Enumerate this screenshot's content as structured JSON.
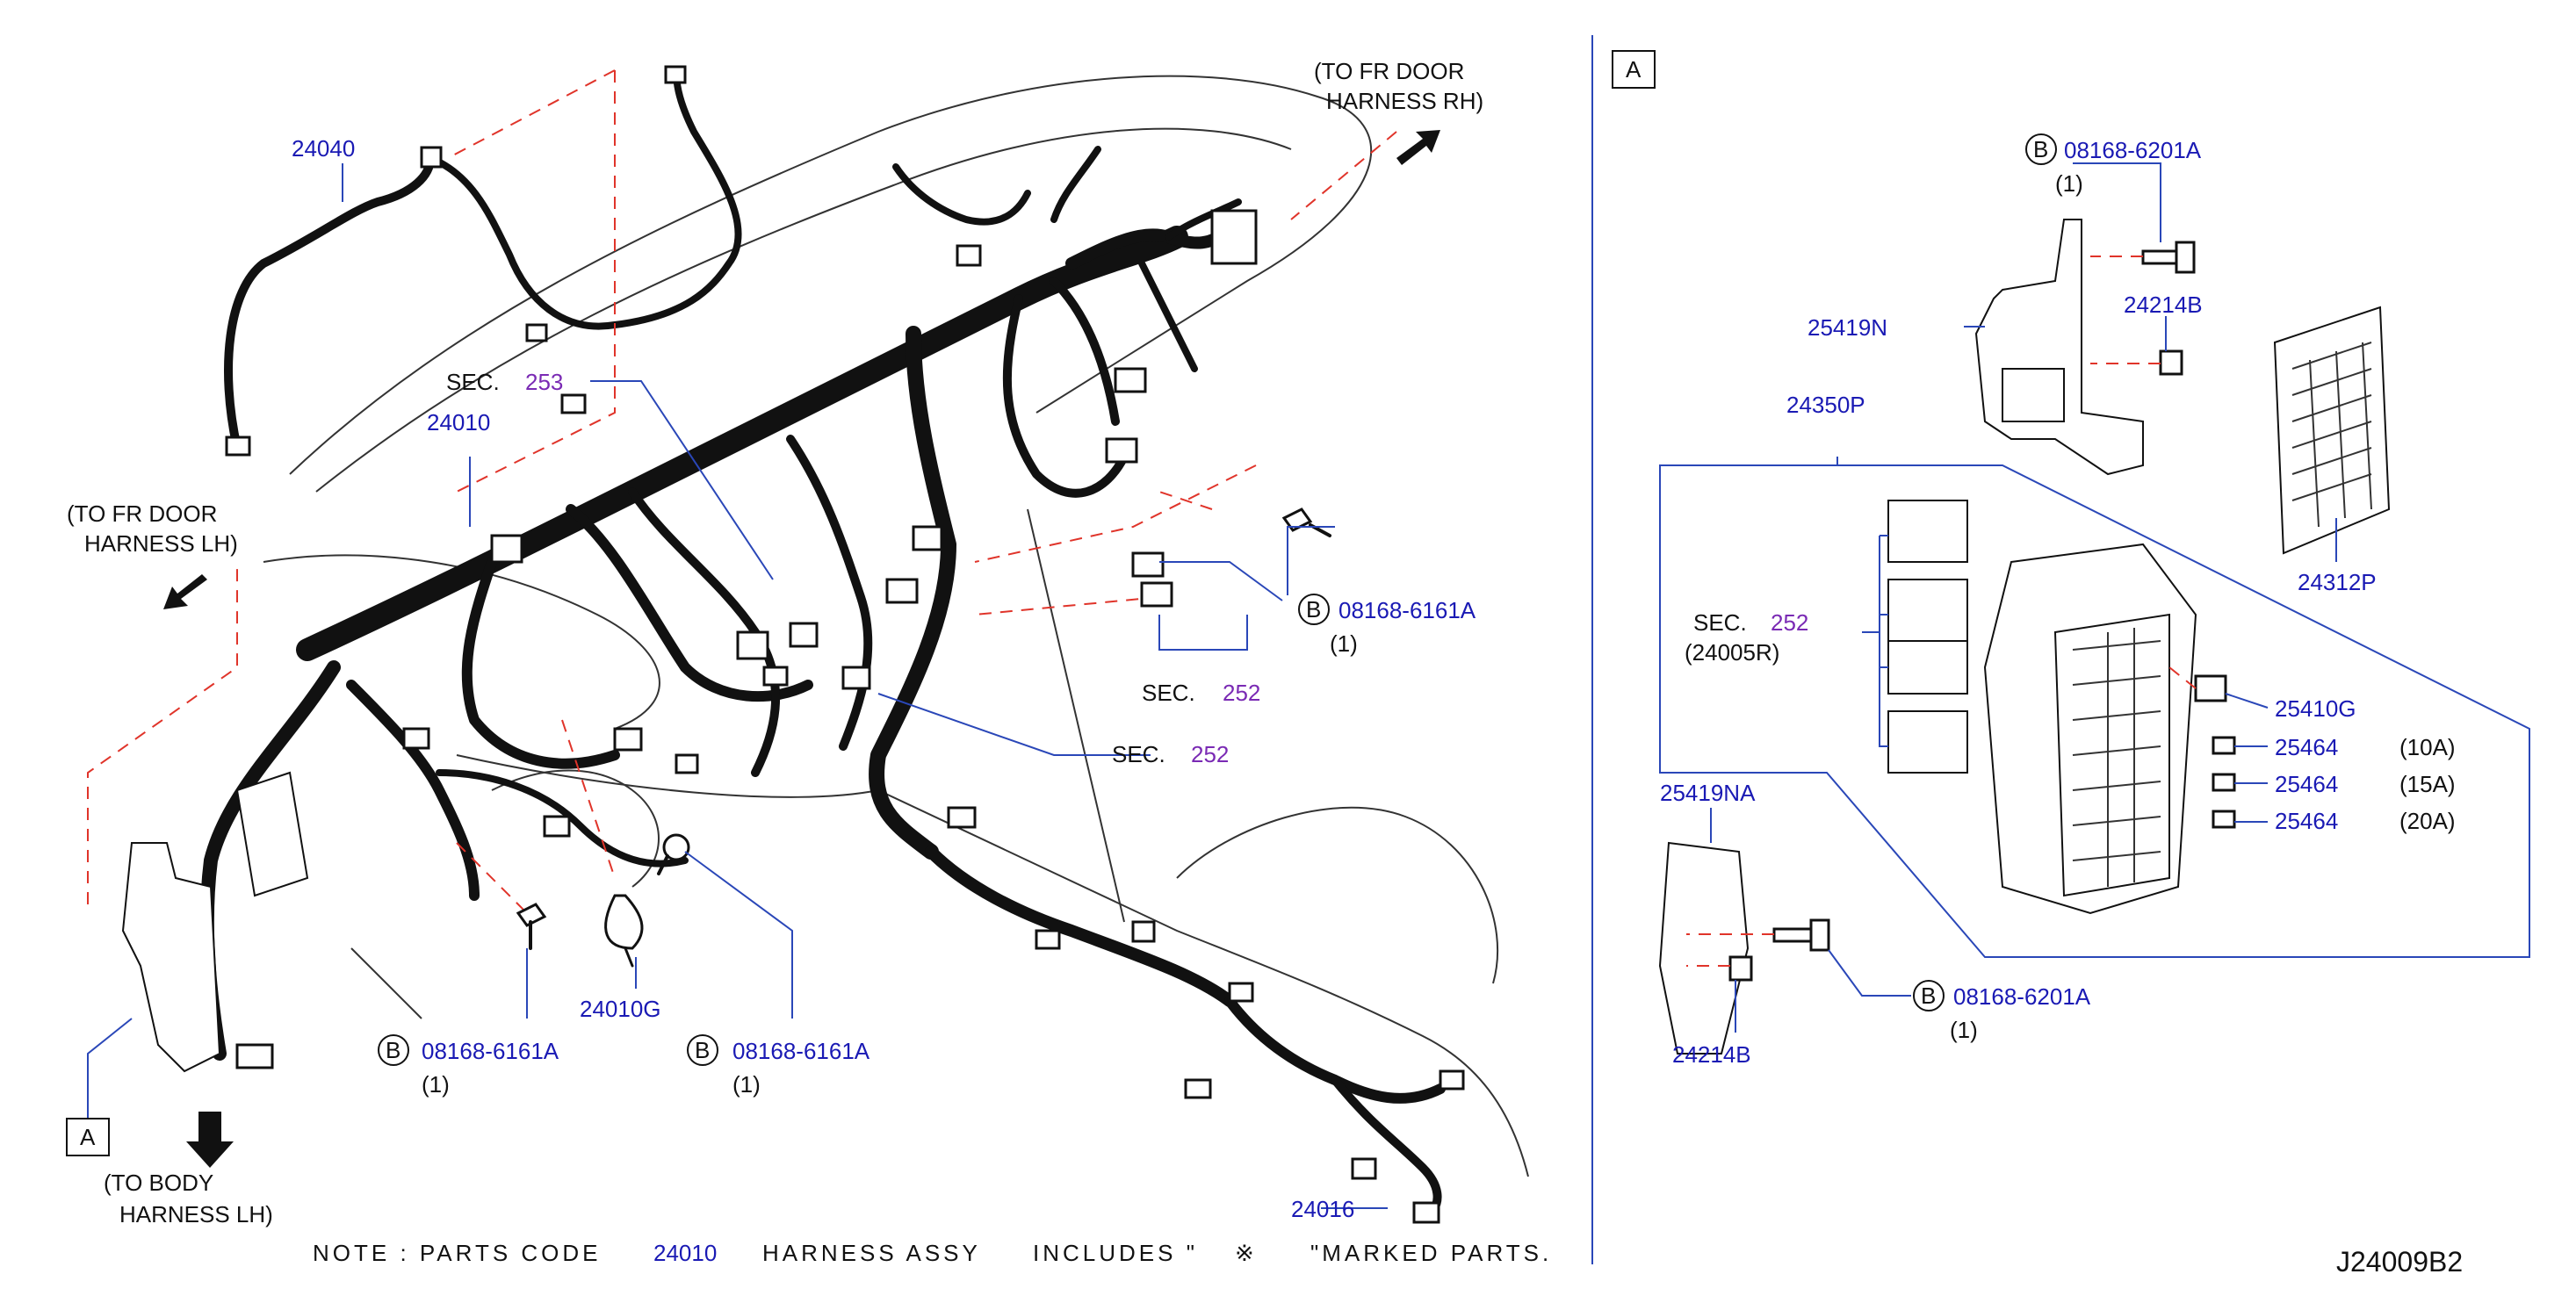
{
  "diagram_code": "J24009B2",
  "view_label": "A",
  "directions": {
    "fr_door_rh": [
      "(TO  FR  DOOR",
      "HARNESS  RH)"
    ],
    "fr_door_lh": [
      "(TO  FR  DOOR",
      "HARNESS  LH)"
    ],
    "body_lh": [
      "(TO  BODY",
      "HARNESS  LH)"
    ]
  },
  "section_prefix": "SEC.",
  "sections": {
    "s253": "253",
    "s252_a": "252",
    "s252_b": "252",
    "s252_c": "252"
  },
  "sub_assembly": "(24005R)",
  "bolt_marker": "B",
  "parts": {
    "p24040": "24040",
    "p24010": "24010",
    "p24010G": "24010G",
    "p24016": "24016",
    "p25419N": "25419N",
    "p24214B_top": "24214B",
    "p24350P": "24350P",
    "p24312P": "24312P",
    "p25410G": "25410G",
    "p25464_a": "25464",
    "p25464_b": "25464",
    "p25464_c": "25464",
    "p25419NA": "25419NA",
    "p24214B_bottom": "24214B"
  },
  "fuse_ratings": [
    "(10A)",
    "(15A)",
    "(20A)"
  ],
  "bolts": {
    "b_top": "08168-6201A",
    "b_mid": "08168-6161A",
    "b_left": "08168-6161A",
    "b_center": "08168-6161A",
    "b_bottom": "08168-6201A"
  },
  "quantity": "(1)",
  "note": {
    "prefix": "NOTE  :  PARTS  CODE",
    "code": "24010",
    "middle": "HARNESS  ASSY",
    "includes": "INCLUDES  \"",
    "symbol": "※",
    "suffix": "\"MARKED  PARTS."
  }
}
